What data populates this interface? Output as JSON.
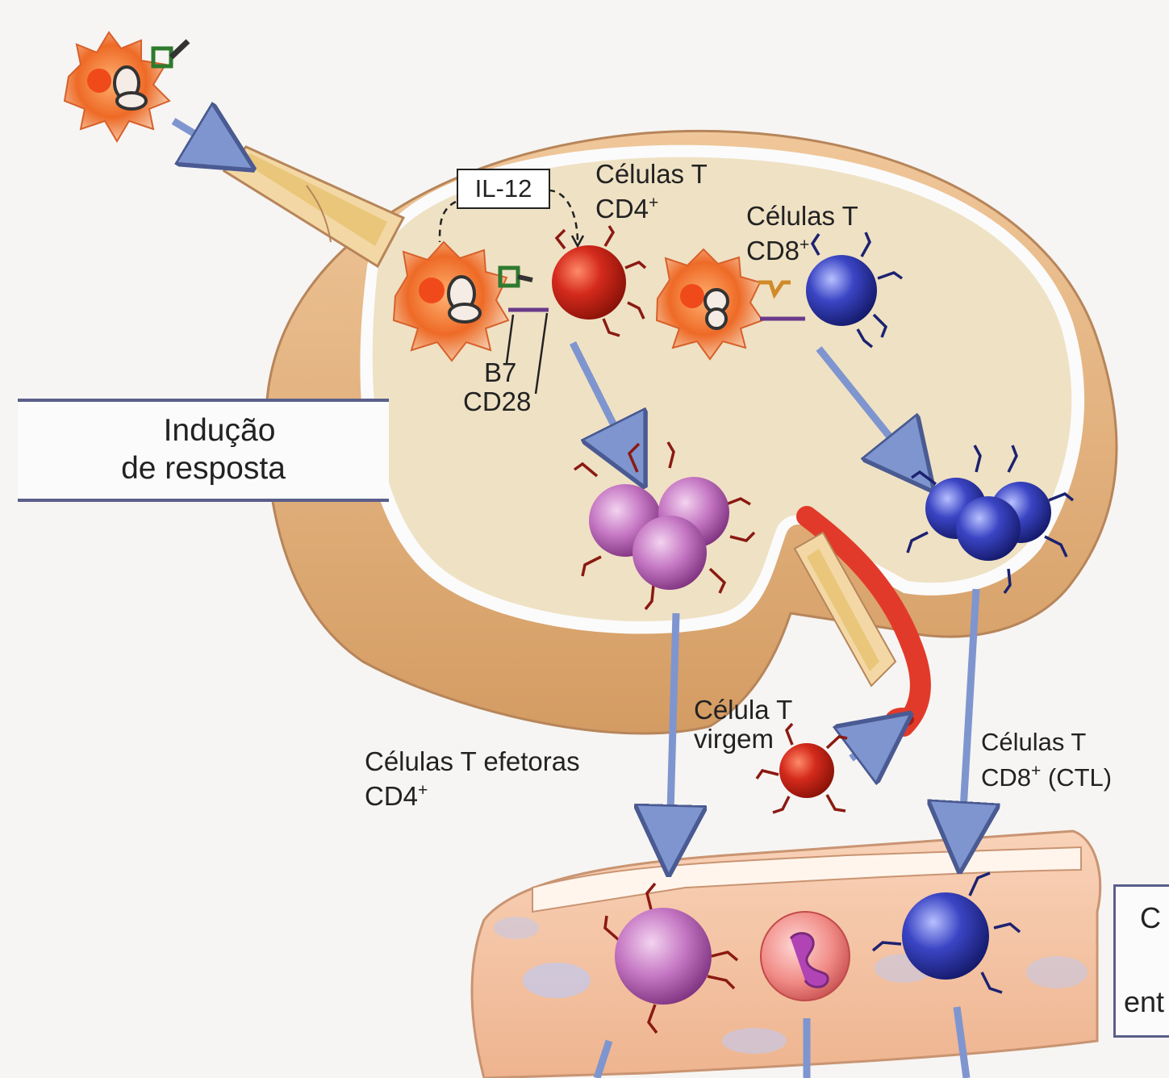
{
  "labels": {
    "il12": "IL-12",
    "cd4_title": "Células T",
    "cd4_sub": "CD4",
    "cd8_title": "Células T",
    "cd8_sub": "CD8",
    "plus": "+",
    "b7": "B7",
    "cd28": "CD28",
    "induction_line1": "Indução",
    "induction_line2": "de resposta",
    "naive_line1": "Célula T",
    "naive_line2": "virgem",
    "effector_line1": "Células T efetoras",
    "effector_line2": "CD4",
    "ctl_line1": "Células T",
    "ctl_line2": "CD8",
    "ctl_suffix": " (CTL)",
    "right_cut1": "C",
    "right_cut2": "ent"
  },
  "colors": {
    "background": "#f6f5f3",
    "node_outer": "#e3b98a",
    "node_inner": "#efe1c4",
    "arrow": "#7f95cf",
    "cd4_cell": "#c91f16",
    "effector_cell": "#b35fb6",
    "cd8_cell": "#2f3ab0",
    "dendritic_cell": "#e86a2a",
    "vessel": "#f2c4a4",
    "blood_vessel": "#e23a2a"
  },
  "icons": [
    "dendritic-cell-icon",
    "t-cell-icon",
    "neutrophil-icon",
    "arrow-icon"
  ]
}
